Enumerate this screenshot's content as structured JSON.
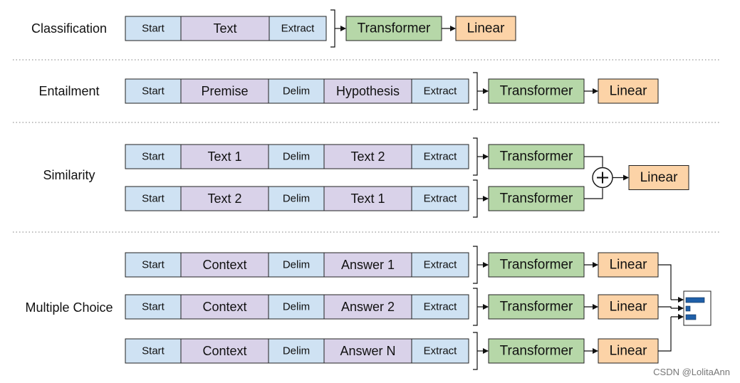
{
  "tasks": [
    {
      "label": "Classification",
      "rows": [
        {
          "tokens": [
            "Start",
            "Text",
            "Extract"
          ],
          "model": "Transformer"
        }
      ],
      "combine": null,
      "heads": [
        "Linear"
      ]
    },
    {
      "label": "Entailment",
      "rows": [
        {
          "tokens": [
            "Start",
            "Premise",
            "Delim",
            "Hypothesis",
            "Extract"
          ],
          "model": "Transformer"
        }
      ],
      "combine": null,
      "heads": [
        "Linear"
      ]
    },
    {
      "label": "Similarity",
      "rows": [
        {
          "tokens": [
            "Start",
            "Text 1",
            "Delim",
            "Text 2",
            "Extract"
          ],
          "model": "Transformer"
        },
        {
          "tokens": [
            "Start",
            "Text 2",
            "Delim",
            "Text 1",
            "Extract"
          ],
          "model": "Transformer"
        }
      ],
      "combine": "plus-icon",
      "heads": [
        "Linear"
      ]
    },
    {
      "label": "Multiple Choice",
      "rows": [
        {
          "tokens": [
            "Start",
            "Context",
            "Delim",
            "Answer 1",
            "Extract"
          ],
          "model": "Transformer"
        },
        {
          "tokens": [
            "Start",
            "Context",
            "Delim",
            "Answer 2",
            "Extract"
          ],
          "model": "Transformer"
        },
        {
          "tokens": [
            "Start",
            "Context",
            "Delim",
            "Answer N",
            "Extract"
          ],
          "model": "Transformer"
        }
      ],
      "combine": "softmax-bars-icon",
      "heads": [
        "Linear",
        "Linear",
        "Linear"
      ]
    }
  ],
  "colors": {
    "special_token": "#cfe2f3",
    "content_token": "#d9d2e9",
    "transformer": "#b6d7a8",
    "linear": "#fcd3a7",
    "softmax_bar": "#1f5fa8",
    "separator": "#999999"
  },
  "watermark": "CSDN @LolitaAnn"
}
